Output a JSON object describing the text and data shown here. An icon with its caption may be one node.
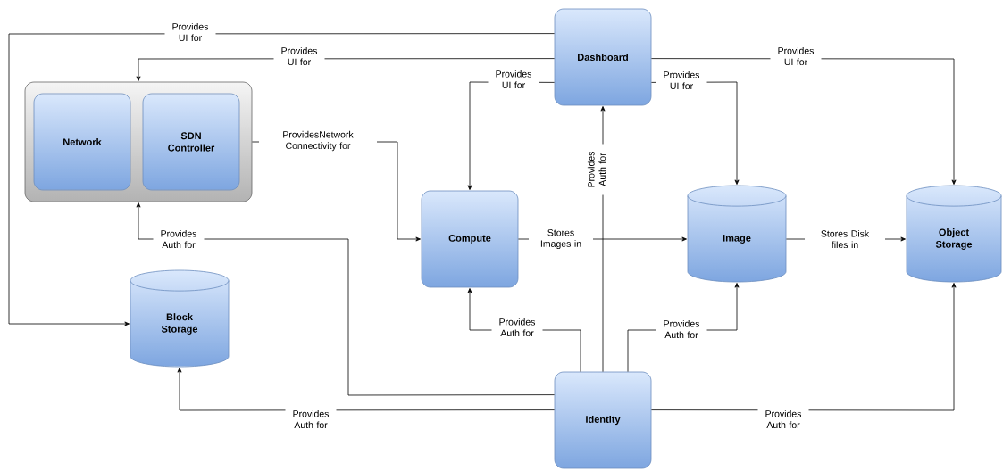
{
  "diagram": {
    "nodes": [
      {
        "text": [
          "Dashboard"
        ]
      },
      {
        "text": [],
        "shape": "box"
      },
      {
        "text": [
          "Network"
        ],
        "in": 1
      },
      {
        "text": [
          "SDN Controller"
        ],
        "in": 1
      },
      {
        "text": [
          "Compute"
        ]
      },
      {
        "text": [
          "Image"
        ]
      },
      {
        "text": [
          "Object Storage"
        ]
      },
      {
        "text": [
          "Block Storage"
        ]
      },
      {
        "text": [
          "Identity"
        ]
      }
    ],
    "edges": [
      {
        "from": 0,
        "to": 7,
        "arrow": "to",
        "label": "Provides UI for"
      },
      {
        "from": 0,
        "to": 1,
        "arrow": "to",
        "label": "Provides UI for"
      },
      {
        "from": 0,
        "to": 4,
        "arrow": "to",
        "label": "Provides UI for"
      },
      {
        "from": 0,
        "to": 5,
        "arrow": "to",
        "label": "Provides UI for"
      },
      {
        "from": 0,
        "to": 6,
        "arrow": "to",
        "label": "Provides UI for"
      },
      {
        "from": 1,
        "to": 4,
        "arrow": "to",
        "label": "ProvidesNetwork Connectivity for"
      },
      {
        "from": 4,
        "to": 5,
        "arrow": "to",
        "label": "Stores Images in"
      },
      {
        "from": 5,
        "to": 6,
        "arrow": "to",
        "label": "Stores Disk files in"
      },
      {
        "from": 8,
        "to": 0,
        "arrow": "to",
        "label": "Provides Auth for"
      },
      {
        "from": 8,
        "to": 1,
        "arrow": "to",
        "label": "Provides Auth for"
      },
      {
        "from": 8,
        "to": 4,
        "arrow": "to",
        "label": "Provides Auth for"
      },
      {
        "from": 8,
        "to": 5,
        "arrow": "to",
        "label": "Provides Auth for"
      },
      {
        "from": 8,
        "to": 7,
        "arrow": "to",
        "label": "Provides Auth for"
      },
      {
        "from": 8,
        "to": 6,
        "arrow": "to",
        "label": "Provides Auth for"
      }
    ]
  }
}
